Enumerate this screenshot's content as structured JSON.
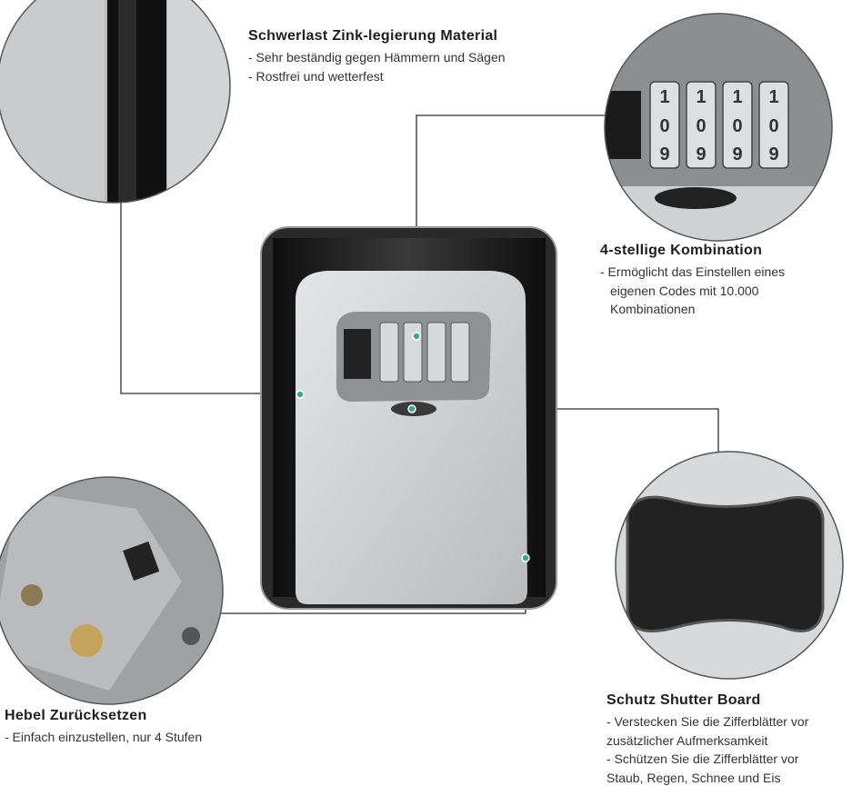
{
  "features": [
    {
      "title": "Schwerlast Zink-legierung Material",
      "lines": [
        "- Sehr beständig gegen Hämmern und Sägen",
        "- Rostfrei und wetterfest"
      ]
    },
    {
      "title": "4-stellige Kombination",
      "lines": [
        "- Ermöglicht das Einstellen eines",
        "eigenen Codes mit 10.000",
        "Kombinationen"
      ]
    },
    {
      "title": "Hebel Zurücksetzen",
      "lines": [
        "- Einfach einzustellen, nur 4 Stufen"
      ]
    },
    {
      "title": "Schutz Shutter Board",
      "lines": [
        "- Verstecken Sie die Zifferblätter vor",
        "zusätzlicher Aufmerksamkeit",
        "- Schützen Sie die Zifferblätter vor",
        "Staub, Regen, Schnee und Eis"
      ]
    }
  ],
  "dial_digits": [
    "1",
    "0",
    "9"
  ],
  "colors": {
    "leader_line": "#2f2f2f",
    "marker_dot": "#3aa88a",
    "body_black": "#1a1a1a",
    "face_silver": "#c9cbcd"
  }
}
